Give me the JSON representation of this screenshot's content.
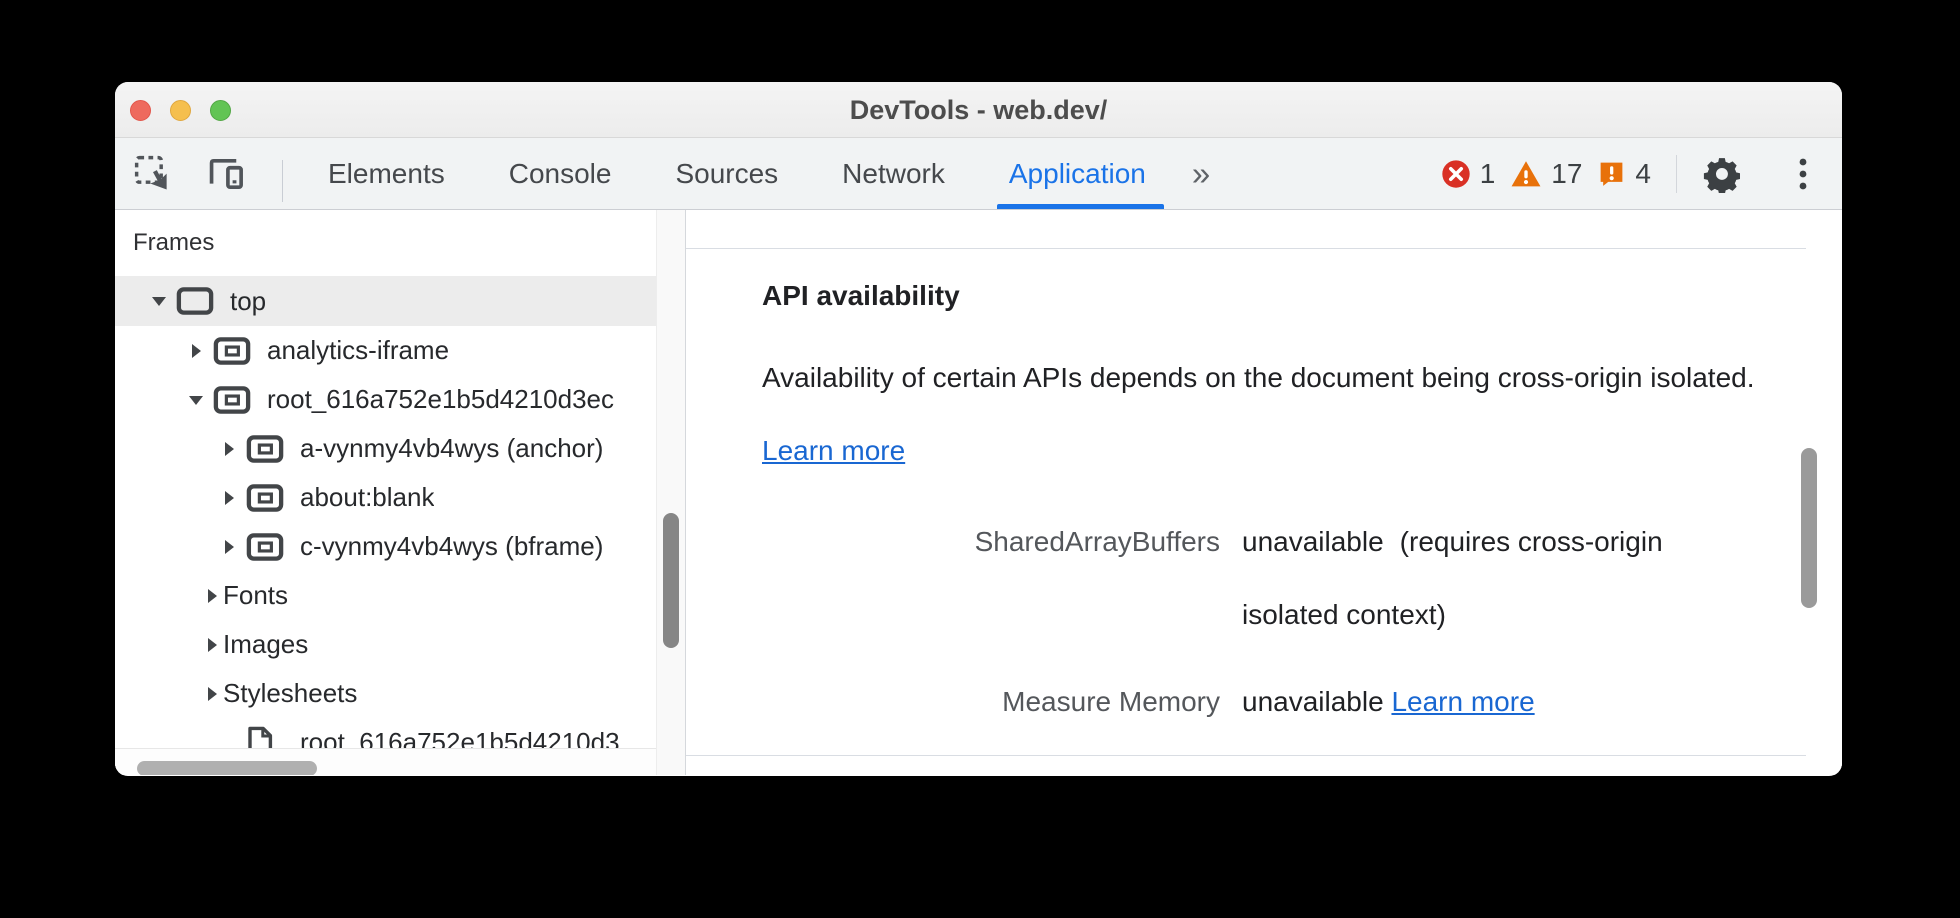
{
  "window": {
    "title": "DevTools - web.dev/"
  },
  "toolbar": {
    "tabs": [
      {
        "label": "Elements",
        "active": false
      },
      {
        "label": "Console",
        "active": false
      },
      {
        "label": "Sources",
        "active": false
      },
      {
        "label": "Network",
        "active": false
      },
      {
        "label": "Application",
        "active": true
      }
    ],
    "more_tabs_glyph": "»",
    "errors_count": "1",
    "warnings_count": "17",
    "issues_count": "4"
  },
  "frames_panel": {
    "header": "Frames",
    "tree": [
      {
        "label": "top",
        "icon": "frame",
        "arrow": "expanded",
        "level": 0,
        "selected": true
      },
      {
        "label": "analytics-iframe",
        "icon": "iframe",
        "arrow": "collapsed",
        "level": 1,
        "selected": false
      },
      {
        "label": "root_616a752e1b5d4210d3ec",
        "icon": "iframe",
        "arrow": "expanded",
        "level": 1,
        "selected": false
      },
      {
        "label": "a-vynmy4vb4wys (anchor)",
        "icon": "iframe",
        "arrow": "collapsed",
        "level": 2,
        "selected": false
      },
      {
        "label": "about:blank",
        "icon": "iframe",
        "arrow": "collapsed",
        "level": 2,
        "selected": false
      },
      {
        "label": "c-vynmy4vb4wys (bframe)",
        "icon": "iframe",
        "arrow": "collapsed",
        "level": 2,
        "selected": false
      },
      {
        "label": "Fonts",
        "icon": "none",
        "arrow": "collapsed",
        "level": 2,
        "selected": false
      },
      {
        "label": "Images",
        "icon": "none",
        "arrow": "collapsed",
        "level": 2,
        "selected": false
      },
      {
        "label": "Stylesheets",
        "icon": "none",
        "arrow": "collapsed",
        "level": 2,
        "selected": false
      },
      {
        "label": "root_616a752e1b5d4210d3",
        "icon": "document",
        "arrow": "none",
        "level": 2,
        "selected": false
      }
    ]
  },
  "content": {
    "section_title": "API availability",
    "description": "Availability of certain APIs depends on the document being cross-origin isolated.",
    "description_link": "Learn more",
    "fields": [
      {
        "label": "SharedArrayBuffers",
        "status": "unavailable",
        "detail": "(requires cross-origin isolated context)",
        "link": ""
      },
      {
        "label": "Measure Memory",
        "status": "unavailable",
        "detail": "",
        "link": "Learn more"
      }
    ]
  },
  "colors": {
    "accent": "#1a73e8",
    "link": "#1967d2",
    "error": "#d93025",
    "warning": "#e8710a"
  }
}
